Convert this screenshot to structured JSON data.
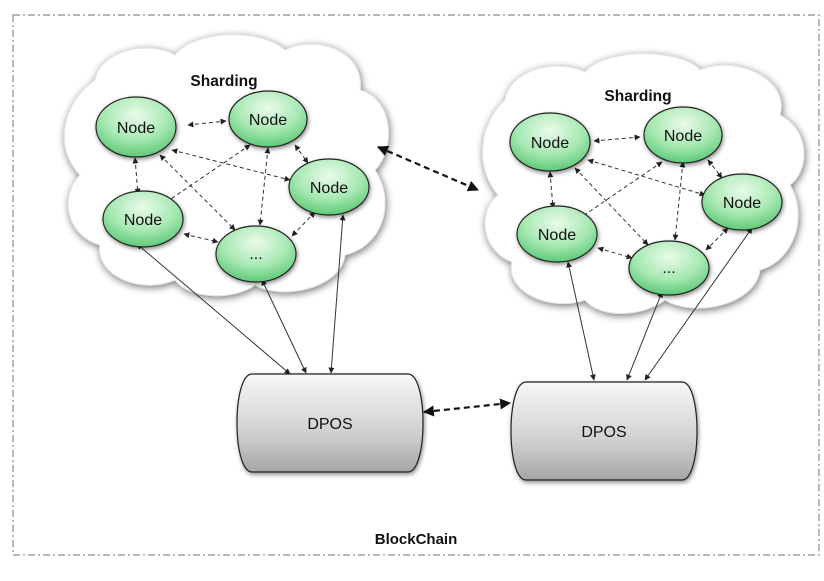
{
  "diagram": {
    "container_label": "BlockChain",
    "shards": [
      {
        "title": "Sharding",
        "nodes": [
          "Node",
          "Node",
          "Node",
          "Node",
          "..."
        ]
      },
      {
        "title": "Sharding",
        "nodes": [
          "Node",
          "Node",
          "Node",
          "Node",
          "..."
        ]
      }
    ],
    "consensus": [
      {
        "label": "DPOS"
      },
      {
        "label": "DPOS"
      }
    ],
    "colors": {
      "node_fill_light": "#e8fbe8",
      "node_fill_dark": "#5fd07a",
      "dpos_fill_light": "#f2f2f2",
      "dpos_fill_dark": "#a8a8a8",
      "cloud_fill": "#ffffff",
      "frame_stroke": "#888888"
    }
  }
}
